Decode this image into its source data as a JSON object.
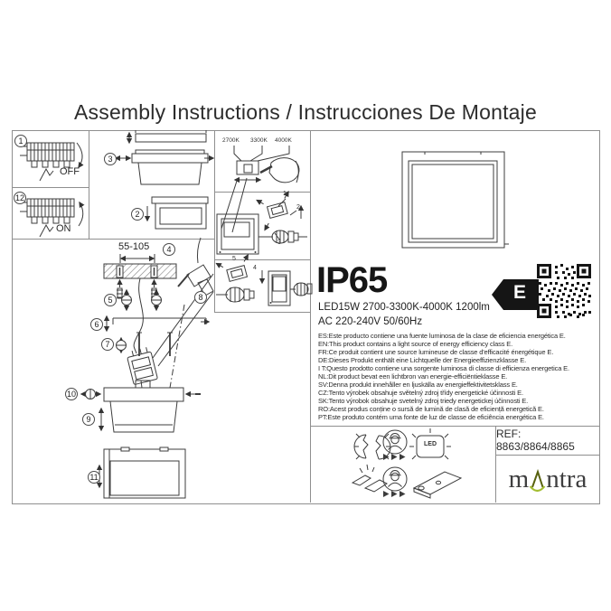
{
  "title": "Assembly Instructions / Instrucciones De Montaje",
  "steps": {
    "s1": "1",
    "s2": "2",
    "s3": "3",
    "s4": "4",
    "s5": "5",
    "s6": "6",
    "s7": "7",
    "s8": "8",
    "s9": "9",
    "s10": "10",
    "s11": "11",
    "s12": "12"
  },
  "panels": {
    "off_label": "OFF",
    "on_label": "ON"
  },
  "cct": {
    "options": [
      "2700K",
      "3300K",
      "4000K"
    ]
  },
  "dimension": {
    "label": "55-105"
  },
  "wiring": {
    "part1": "1",
    "part2": "2",
    "part3": "3",
    "part4": "4",
    "part5": "5"
  },
  "specs": {
    "ip": "IP65",
    "output": "LED15W 2700-3300K-4000K 1200lm",
    "power": "AC 220-240V 50/60Hz"
  },
  "energy": {
    "class_letter": "E",
    "lines": [
      "ES:Este producto contiene una fuente luminosa de la clase de eficiencia energética E.",
      "EN:This product contains a light source of energy efficiency class E.",
      "FR:Ce produit contient une source lumineuse de classe d'efficacité énergétique E.",
      "DE:Dieses Produkt enthält eine Lichtquelle der Energieeffizienzklasse E.",
      "I T:Questo prodotto contiene una sorgente luminosa di classe di efficienza energetica E.",
      "NL:Dit product bevat een lichtbron van energie-efficiëntieklasse E.",
      "SV:Denna produkt innehåller en ljuskälla av energieffektivitetsklass E.",
      "CZ:Tento výrobek obsahuje světelný zdroj třídy energetické účinnosti E.",
      "SK:Tento výrobok obsahuje svetelný zdroj triedy energetickej účinnosti E.",
      "RO:Acest produs conține o sursă de lumină de clasă de eficiență energetică E.",
      "PT:Este produto contém uma fonte de luz de classe de eficiência energética E."
    ]
  },
  "icons": {
    "led": "LED"
  },
  "footer": {
    "ref": "REF: 8863/8864/8865",
    "brand_pre": "m",
    "brand_post": "ntra"
  },
  "colors": {
    "brand_green": "#a3bd31",
    "ink": "#3c3c3c"
  }
}
